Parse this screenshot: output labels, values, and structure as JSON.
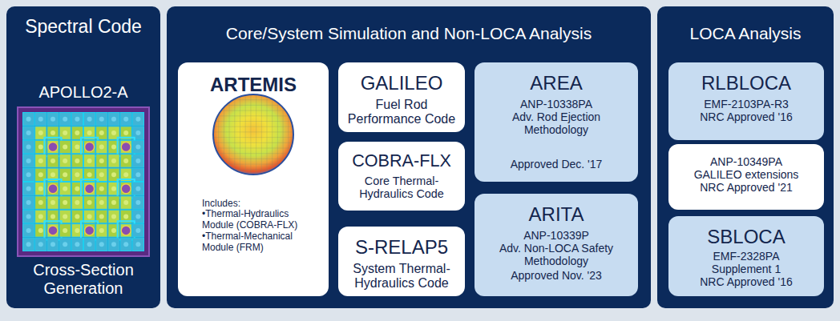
{
  "diagram": {
    "nodes": [
      {
        "text": [
          "Spectral Code",
          "APOLLO2-A",
          "Cross-Section Generation"
        ]
      },
      {
        "text": [
          "Core/System Simulation and Non-LOCA Analysis"
        ]
      },
      {
        "text": [
          "ARTEMIS",
          "Includes:",
          "•Thermal-Hydraulics Module (COBRA-FLX)",
          "•Thermal-Mechanical Module (FRM)"
        ],
        "in": 1
      },
      {
        "text": [
          "GALILEO",
          "Fuel Rod Performance Code"
        ],
        "in": 1
      },
      {
        "text": [
          "COBRA-FLX",
          "Core Thermal-Hydraulics Code"
        ],
        "in": 1
      },
      {
        "text": [
          "S-RELAP5",
          "System Thermal-Hydraulics Code"
        ],
        "in": 1
      },
      {
        "text": [
          "AREA",
          "ANP-10338PA",
          "Adv. Rod Ejection Methodology",
          "Approved Dec. '17"
        ],
        "in": 1
      },
      {
        "text": [
          "ARITA",
          "ANP-10339P",
          "Adv. Non-LOCA Safety Methodology",
          "Approved Nov. '23"
        ],
        "in": 1
      },
      {
        "text": [
          "LOCA Analysis"
        ]
      },
      {
        "text": [
          "RLBLOCA",
          "EMF-2103PA-R3",
          "NRC Approved '16"
        ],
        "in": 8
      },
      {
        "text": [
          "ANP-10349PA",
          "GALILEO extensions",
          "NRC Approved '21"
        ],
        "in": 8
      },
      {
        "text": [
          "SBLOCA",
          "EMF-2328PA",
          "Supplement 1",
          "NRC Approved '16"
        ],
        "in": 8
      }
    ]
  }
}
